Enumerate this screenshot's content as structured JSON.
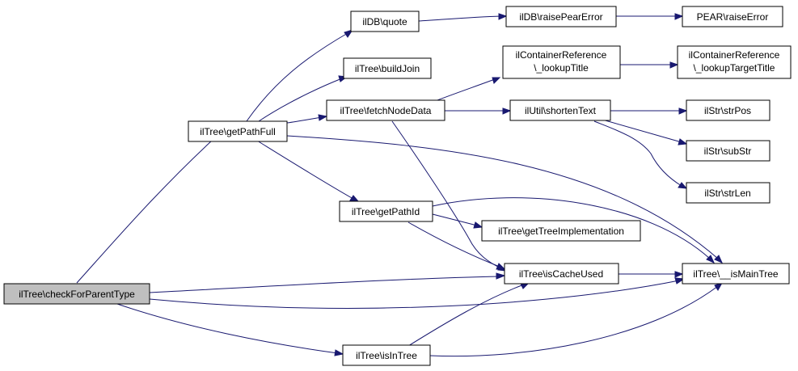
{
  "colors": {
    "edge": "#191970",
    "focus_fill": "#bfbfbf",
    "node_fill": "#ffffff",
    "node_border": "#000000"
  },
  "nodes": {
    "checkForParentType": "ilTree\\checkForParentType",
    "getPathFull": "ilTree\\getPathFull",
    "quote": "ilDB\\quote",
    "raisePearError": "ilDB\\raisePearError",
    "pearRaiseError": "PEAR\\raiseError",
    "buildJoin": "ilTree\\buildJoin",
    "fetchNodeData": "ilTree\\fetchNodeData",
    "lookupTitle_1": "ilContainerReference",
    "lookupTitle_2": "\\_lookupTitle",
    "lookupTargetTitle_1": "ilContainerReference",
    "lookupTargetTitle_2": "\\_lookupTargetTitle",
    "shortenText": "ilUtil\\shortenText",
    "strPos": "ilStr\\strPos",
    "subStr": "ilStr\\subStr",
    "strLen": "ilStr\\strLen",
    "getPathId": "ilTree\\getPathId",
    "getTreeImplementation": "ilTree\\getTreeImplementation",
    "isCacheUsed": "ilTree\\isCacheUsed",
    "isMainTree": "ilTree\\__isMainTree",
    "isInTree": "ilTree\\isInTree"
  }
}
